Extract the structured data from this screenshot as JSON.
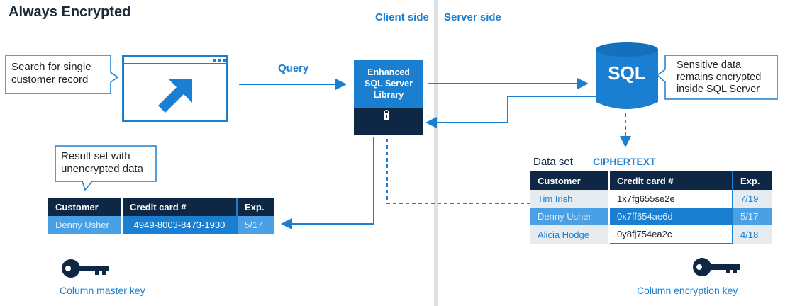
{
  "title": "Always Encrypted",
  "sides": {
    "client": "Client side",
    "server": "Server side"
  },
  "callouts": {
    "search": [
      "Search for single",
      "customer record"
    ],
    "result": [
      "Result set with",
      "unencrypted data"
    ],
    "sensitive": [
      "Sensitive data",
      "remains encrypted",
      "inside SQL Server"
    ]
  },
  "query_label": "Query",
  "library": [
    "Enhanced",
    "SQL Server",
    "Library"
  ],
  "sql_label": "SQL",
  "data_set_label": "Data set",
  "ciphertext_label": "CIPHERTEXT",
  "result_table": {
    "headers": [
      "Customer",
      "Credit card #",
      "Exp."
    ],
    "rows": [
      [
        "Denny Usher",
        "4949-8003-8473-1930",
        "5/17"
      ]
    ]
  },
  "data_table": {
    "headers": [
      "Customer",
      "Credit card #",
      "Exp."
    ],
    "rows": [
      [
        "Tim Irish",
        "1x7fg655se2e",
        "7/19"
      ],
      [
        "Denny Usher",
        "0x7ff654ae6d",
        "5/17"
      ],
      [
        "Alicia Hodge",
        "0y8fj754ea2c",
        "4/18"
      ]
    ]
  },
  "keys": {
    "master": "Column master key",
    "encryption": "Column encryption key"
  },
  "colors": {
    "accent": "#1a7fd0",
    "navy": "#0d2744",
    "highlight": "#4aa0e4"
  }
}
